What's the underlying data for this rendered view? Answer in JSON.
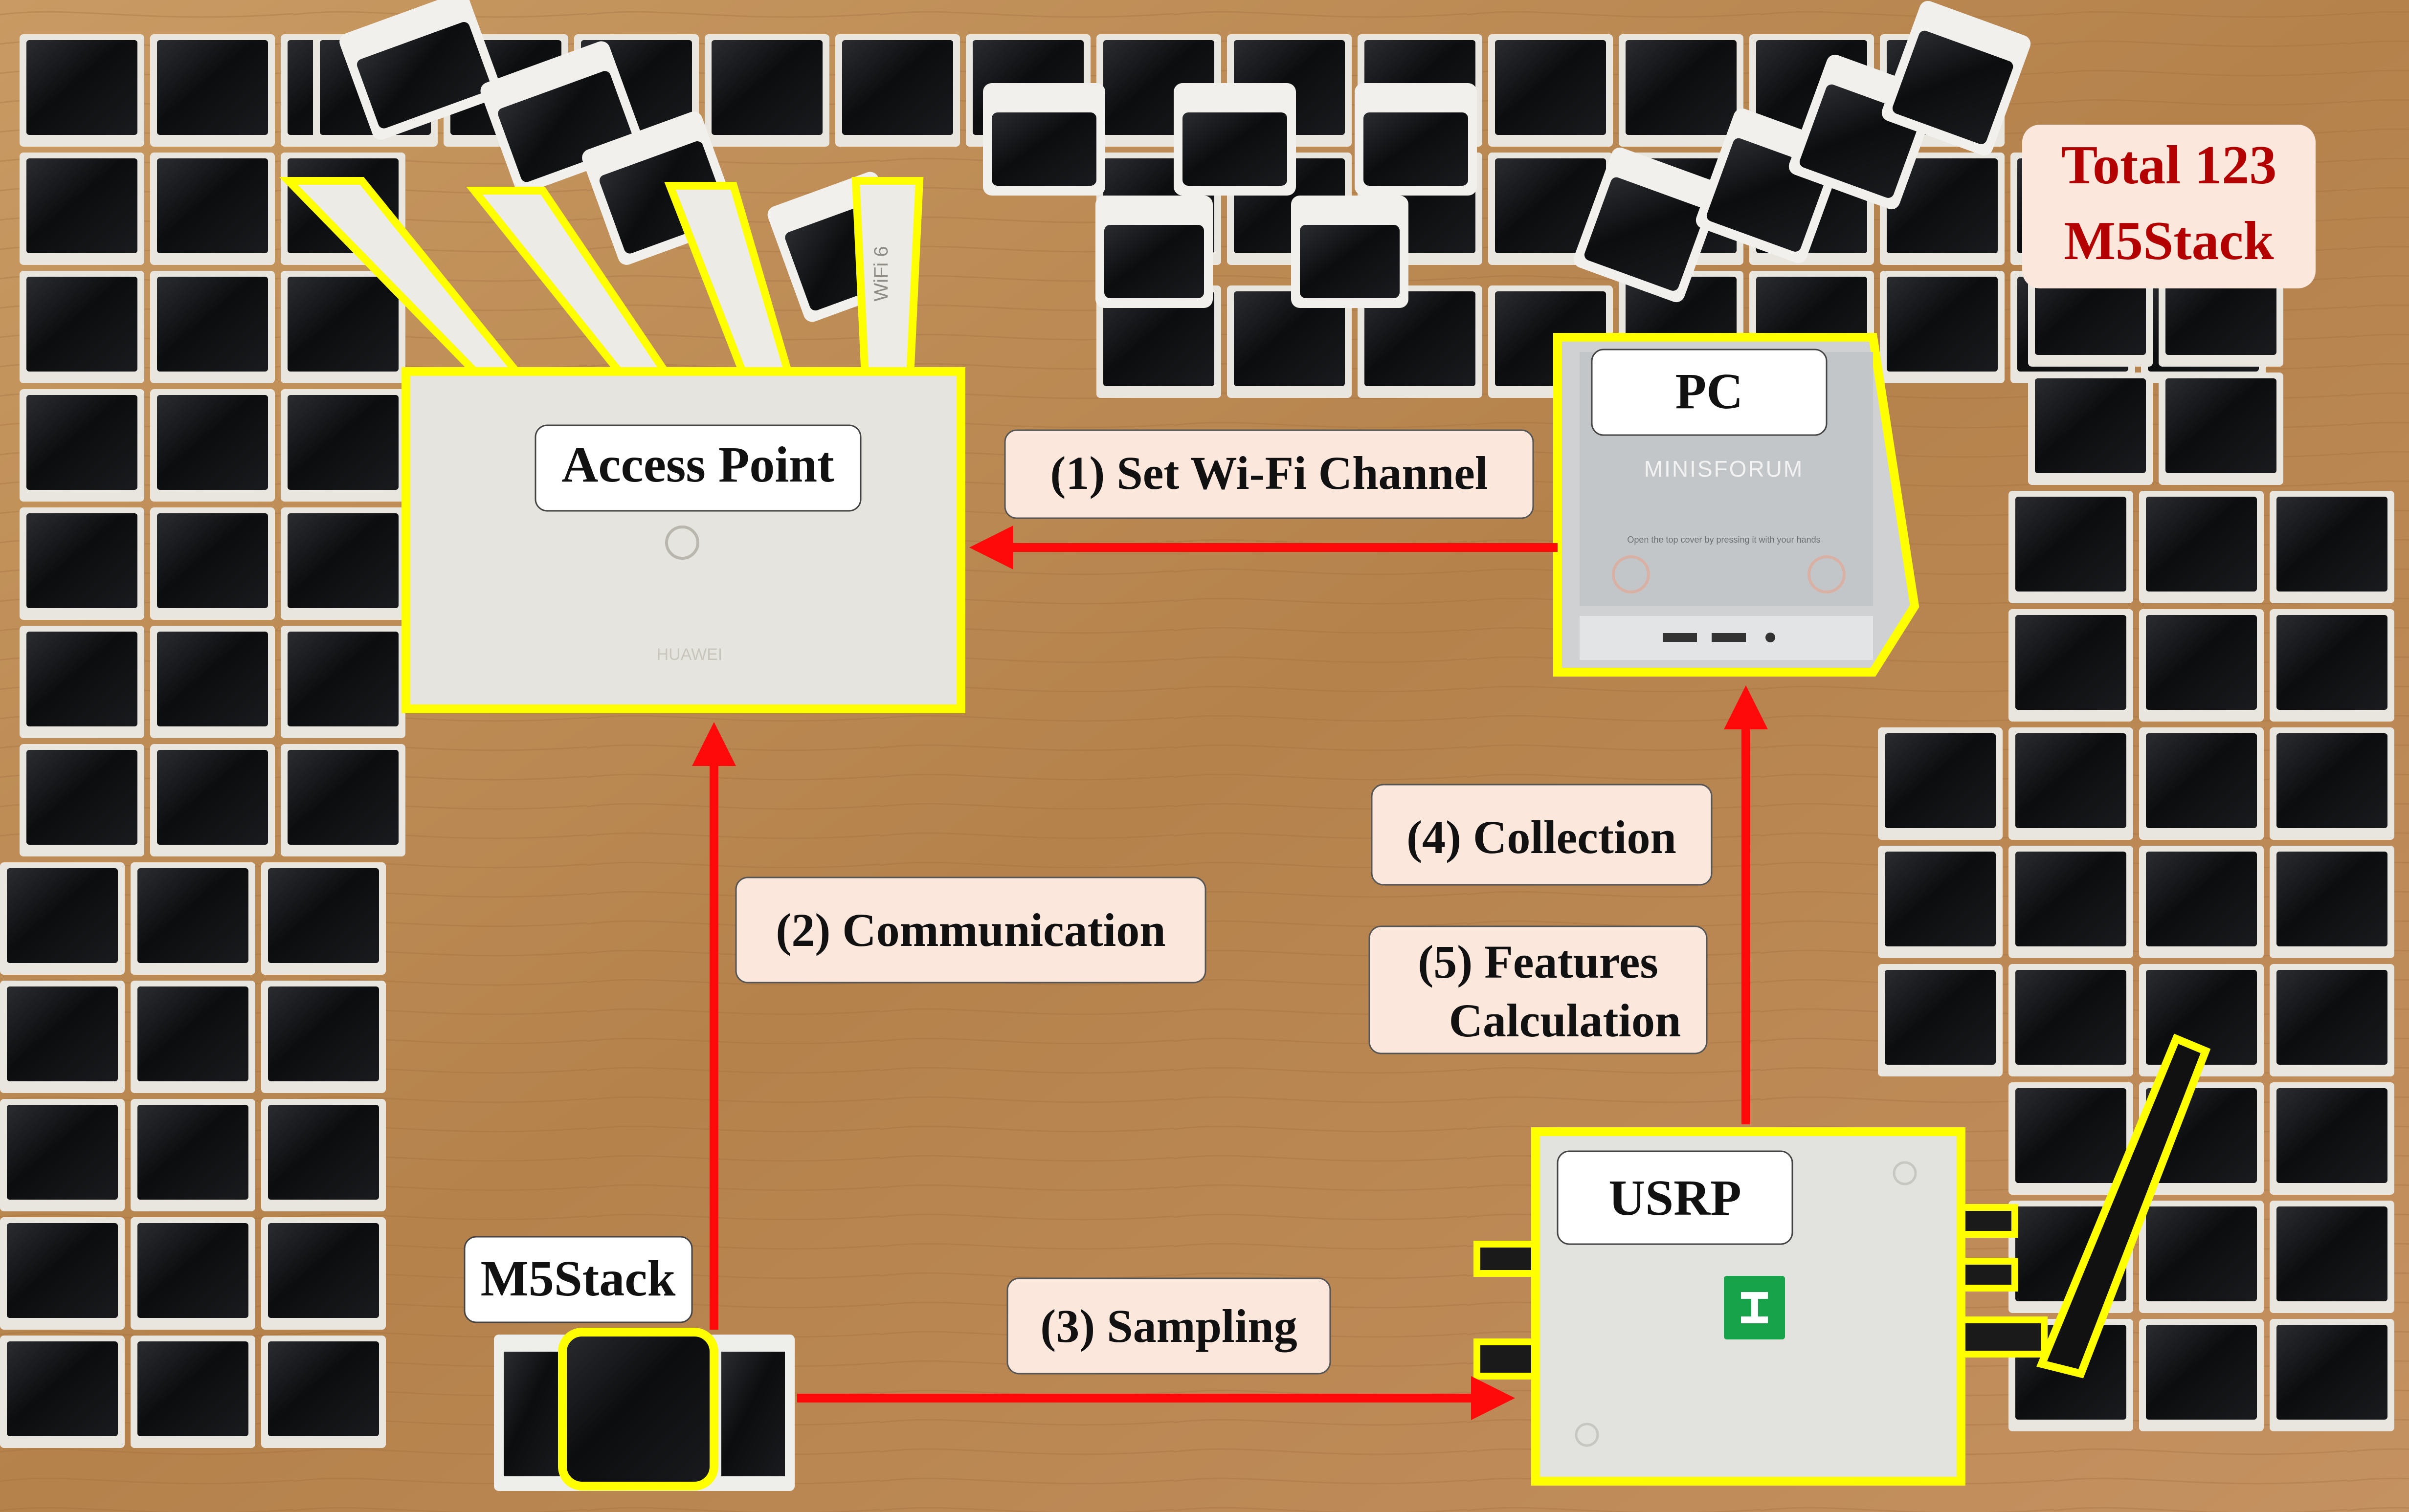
{
  "title": "",
  "total_badge": {
    "line1": "Total 123",
    "line2": "M5Stack",
    "color": "#b30000"
  },
  "nodes": {
    "access_point": {
      "label": "Access Point"
    },
    "pc": {
      "label": "PC"
    },
    "m5stack": {
      "label": "M5Stack"
    },
    "usrp": {
      "label": "USRP"
    }
  },
  "steps": [
    {
      "id": "set-wifi-channel",
      "text": "(1) Set Wi-Fi Channel"
    },
    {
      "id": "communication",
      "text": "(2) Communication"
    },
    {
      "id": "sampling",
      "text": "(3) Sampling"
    },
    {
      "id": "collection",
      "text": "(4) Collection"
    },
    {
      "id": "features-calculation",
      "line1": "(5) Features",
      "line2": "Calculation"
    }
  ],
  "device_markings": {
    "pc_brand": "MINISFORUM",
    "pc_hint": "Open the top cover by pressing it with your hands",
    "router_brand": "HUAWEI",
    "router_wifi": "WiFi 6"
  },
  "colors": {
    "outline": "#ffff00",
    "arrow": "#ff0a0a",
    "label_fill": "#fbe7dc",
    "board": "#b98a55",
    "tile": "#0f1012",
    "tile_frame": "#e9e6df"
  }
}
